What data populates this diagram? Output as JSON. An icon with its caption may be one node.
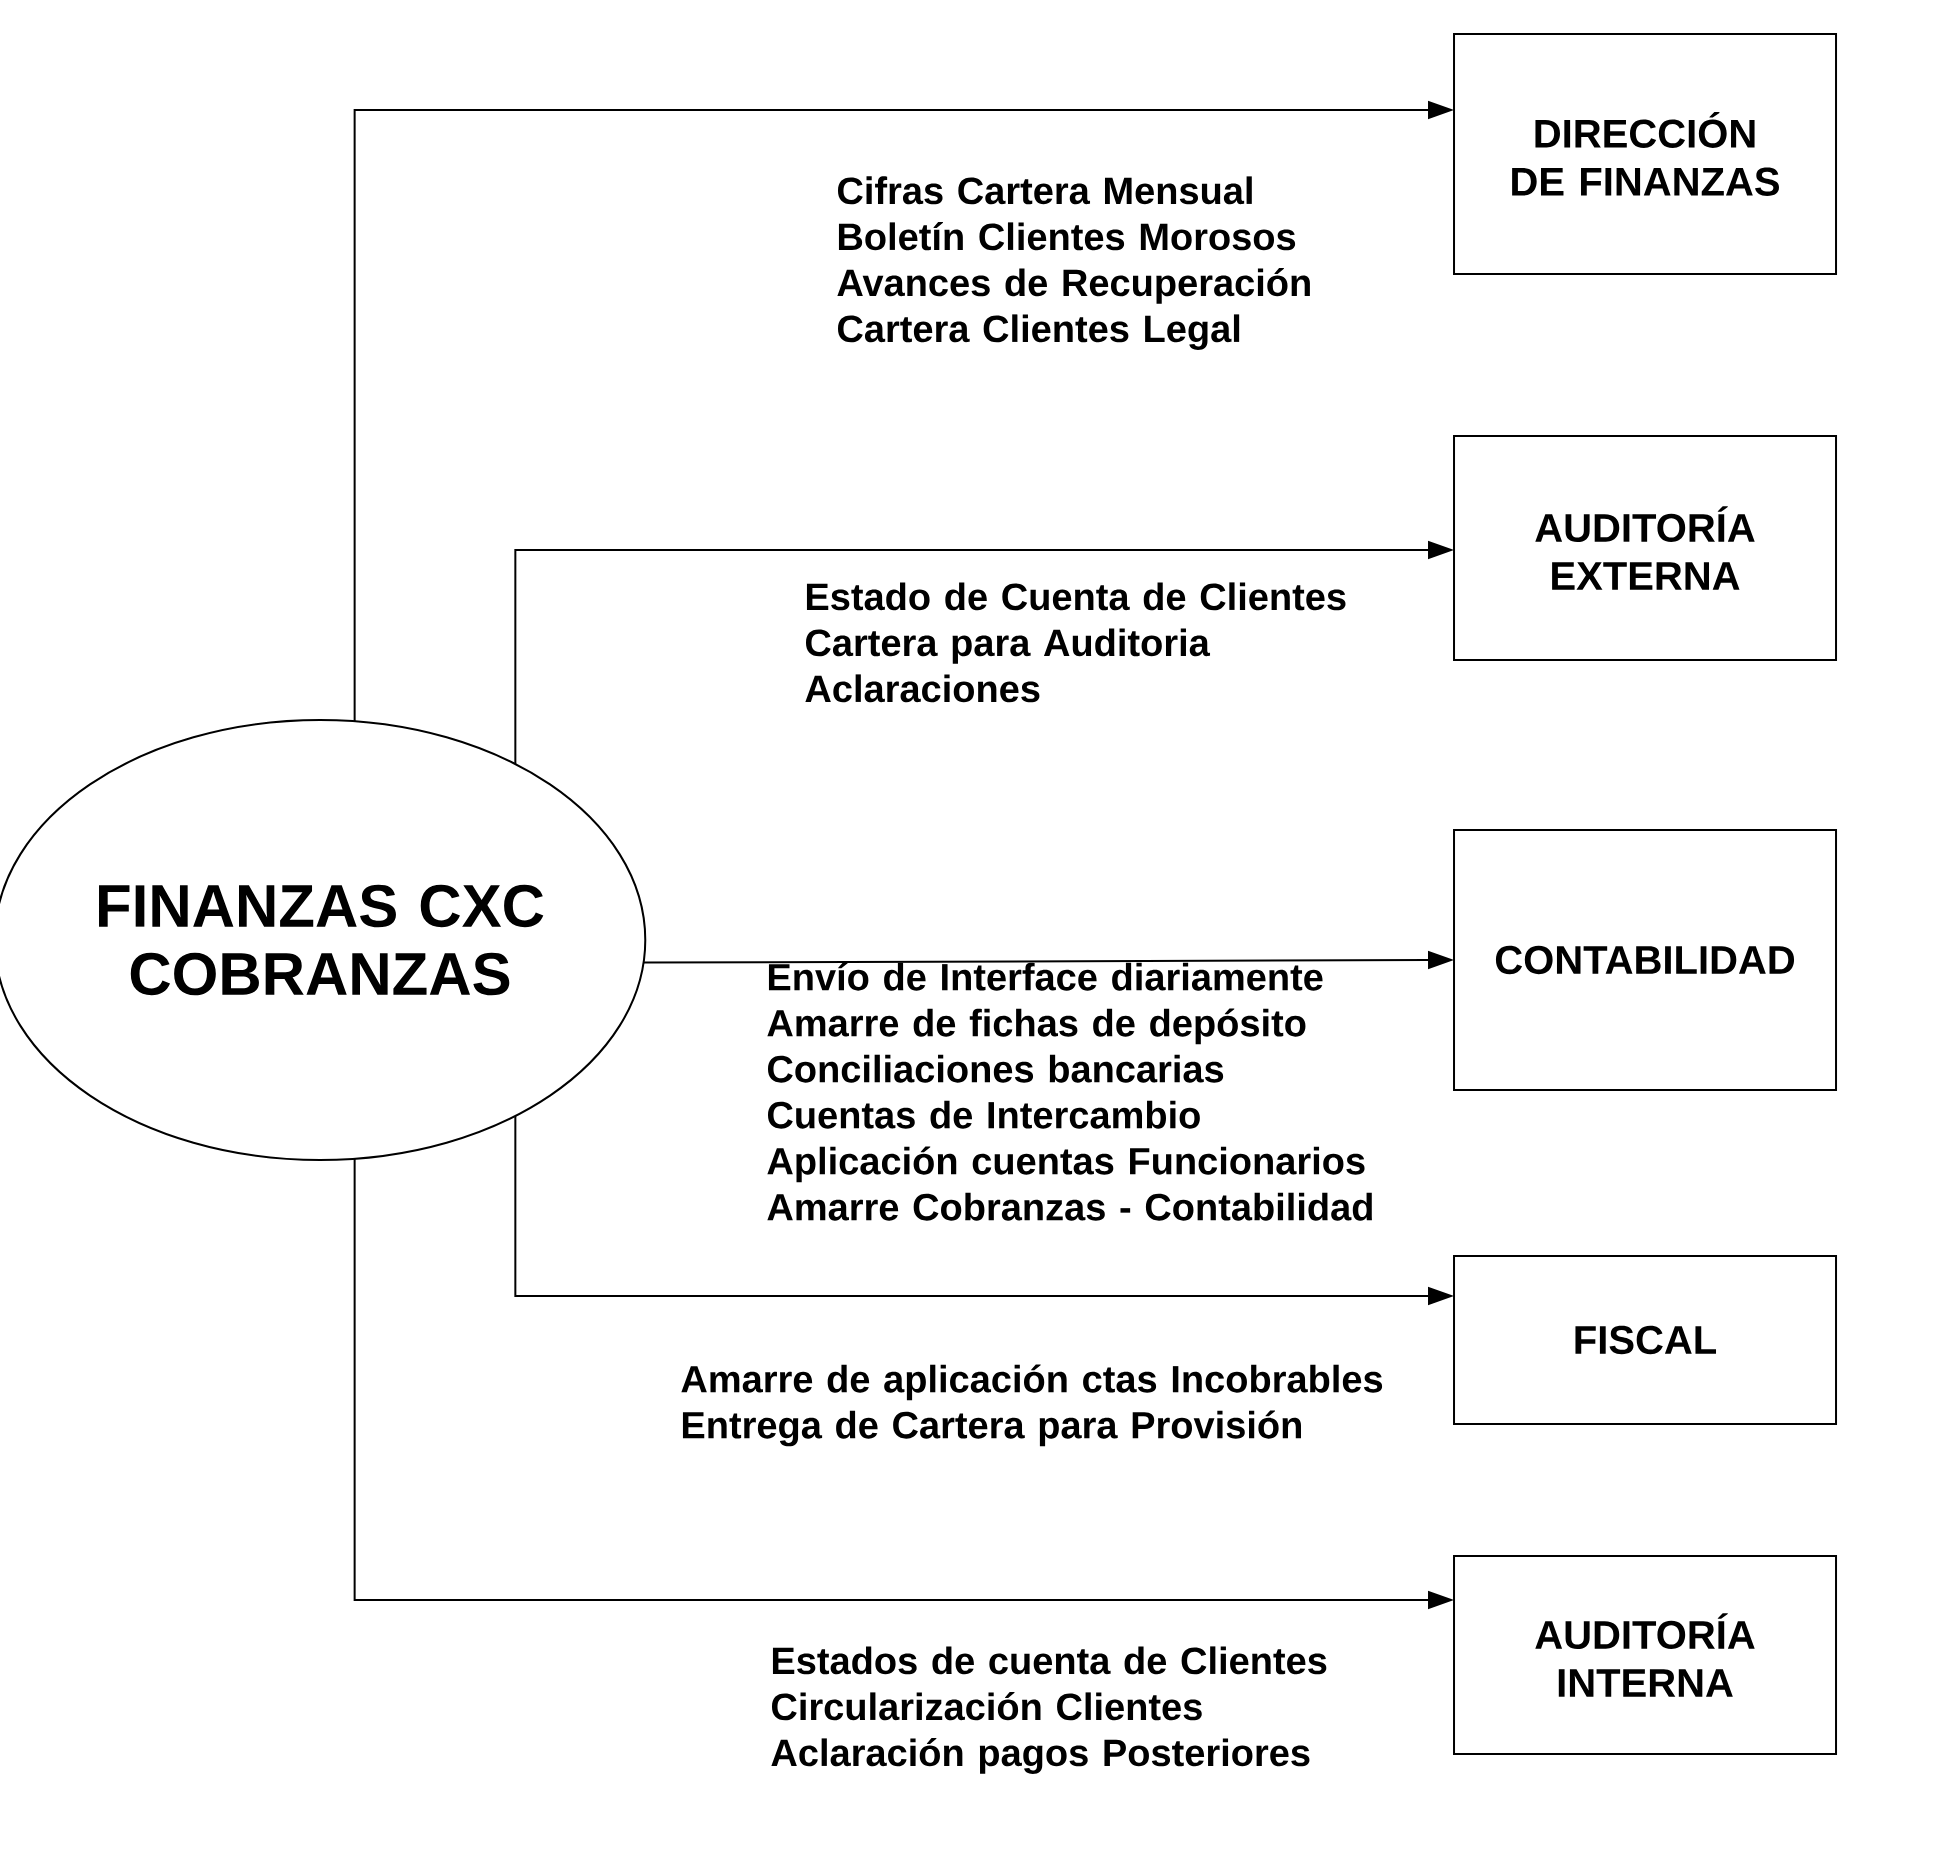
{
  "diagram": {
    "nodes": [
      {
        "text": [
          "FINANZAS CXC COBRANZAS"
        ]
      },
      {
        "text": [
          "DIRECCIÓN DE FINANZAS"
        ]
      },
      {
        "text": [
          "AUDITORÍA EXTERNA"
        ]
      },
      {
        "text": [
          "CONTABILIDAD"
        ]
      },
      {
        "text": [
          "FISCAL"
        ]
      },
      {
        "text": [
          "AUDITORÍA INTERNA"
        ]
      }
    ],
    "edges": [
      {
        "from": 0,
        "to": 1,
        "arrow": "to",
        "label": "Cifras Cartera Mensual Boletín Clientes Morosos Avances de Recuperación Cartera Clientes Legal"
      },
      {
        "from": 0,
        "to": 2,
        "arrow": "to",
        "label": "Estado de Cuenta de Clientes Cartera para Auditoria Aclaraciones"
      },
      {
        "from": 0,
        "to": 3,
        "arrow": "to",
        "label": "Envío de Interface diariamente Amarre de fichas de depósito Conciliaciones bancarias Cuentas de Intercambio Aplicación cuentas Funcionarios Amarre Cobranzas - Contabilidad"
      },
      {
        "from": 0,
        "to": 4,
        "arrow": "to",
        "label": "Amarre de aplicación ctas Incobrables Entrega de Cartera para Provisión"
      },
      {
        "from": 0,
        "to": 5,
        "arrow": "to",
        "label": "Estados de cuenta de Clientes Circularización Clientes Aclaración pagos Posteriores"
      }
    ]
  }
}
